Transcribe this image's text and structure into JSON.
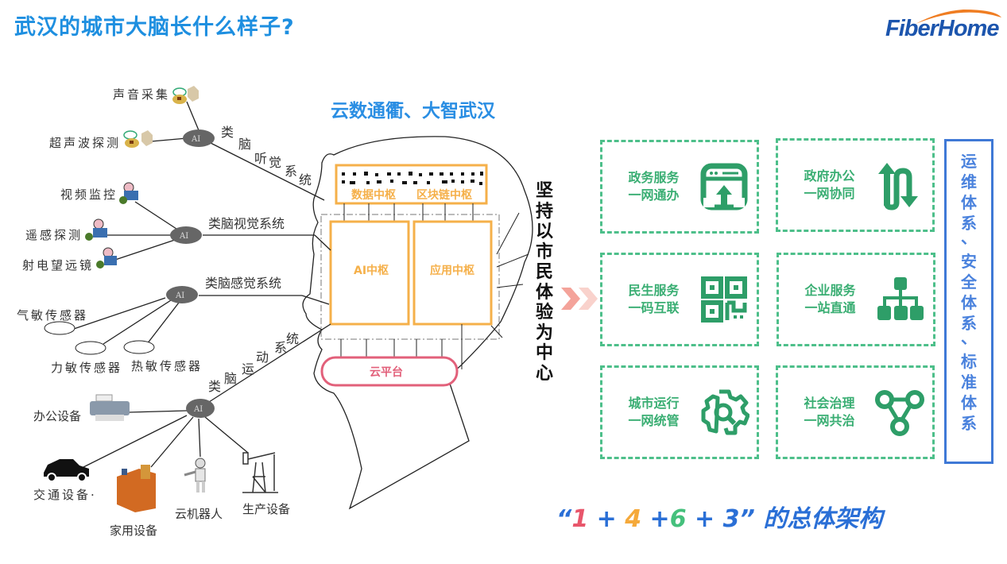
{
  "header": {
    "title": "武汉的城市大脑长什么样子?",
    "logo": "FiberHome"
  },
  "colors": {
    "title_blue": "#1e8fe0",
    "hub_orange": "#f5b04a",
    "cloud_pink": "#e2607a",
    "card_green": "#3aae73",
    "system_blue": "#3f79d6",
    "red": "#e8566b",
    "orange": "#f5a93a",
    "green": "#45c07c",
    "blue": "#2a6fd6"
  },
  "brain": {
    "slogan": "云数通衢、大智武汉",
    "data_hub": "数据中枢",
    "blockchain_hub": "区块链中枢",
    "ai_hub": "AI中枢",
    "app_hub": "应用中枢",
    "cloud_platform": "云平台",
    "ai_node_label": "AI"
  },
  "systems": {
    "hearing": "类脑听觉系统",
    "vision": "类脑视觉系统",
    "sensing": "类脑感觉系统",
    "motion": "类脑运动系统"
  },
  "devices": {
    "hearing": [
      "声音采集",
      "超声波探测"
    ],
    "vision": [
      "视频监控",
      "遥感探测",
      "射电望远镜"
    ],
    "sensing": [
      "气敏传感器",
      "力敏传感器",
      "热敏传感器"
    ],
    "motion": [
      "办公设备",
      "交通设备·",
      "家用设备",
      "云机器人",
      "生产设备"
    ]
  },
  "motto": "坚持以市民体验为中心",
  "services": [
    {
      "line1": "政务服务",
      "line2": "一网通办",
      "icon": "browser-upload-icon"
    },
    {
      "line1": "政府办公",
      "line2": "一网协同",
      "icon": "swap-arrows-icon"
    },
    {
      "line1": "民生服务",
      "line2": "一码互联",
      "icon": "qr-code-icon"
    },
    {
      "line1": "企业服务",
      "line2": "一站直通",
      "icon": "org-tree-icon"
    },
    {
      "line1": "城市运行",
      "line2": "一网统管",
      "icon": "gear-search-icon"
    },
    {
      "line1": "社会治理",
      "line2": "一网共治",
      "icon": "network-nodes-icon"
    }
  ],
  "support_systems": "运维体系、安全体系、标准体系",
  "architecture": {
    "open_quote": "“",
    "n1": "1",
    "plus1": " + ",
    "n2": "4",
    "plus2": " +",
    "n3": "6",
    "plus3": " + ",
    "n4": "3",
    "close_quote": "”",
    "suffix": " 的总体架构"
  }
}
